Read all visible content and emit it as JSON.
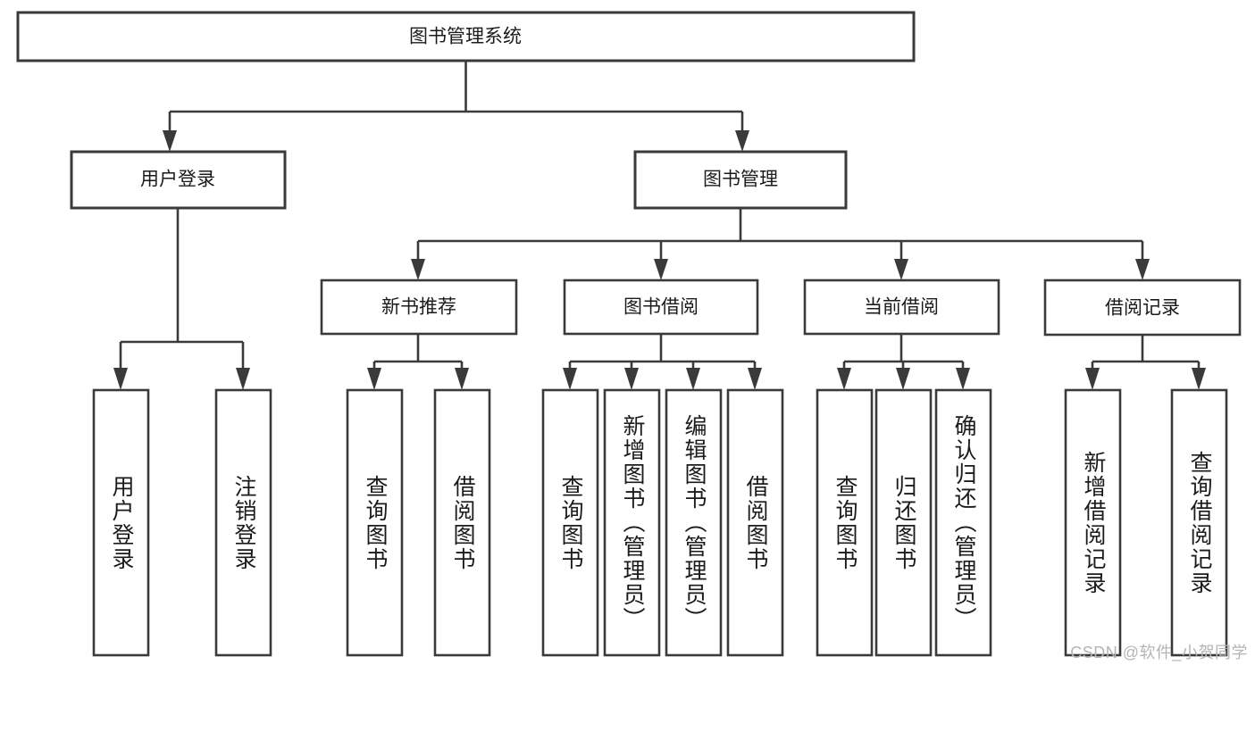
{
  "diagram": {
    "type": "hierarchy-tree",
    "title": "图书管理系统",
    "orientation": "top-down",
    "levels": 4,
    "watermark": "CSDN @软件_小贺同学",
    "style": {
      "box_fill": "#ffffff",
      "box_stroke": "#3a3a3a",
      "text_color": "#1b1b1b",
      "watermark_color": "#b4b4b4",
      "background": "#ffffff"
    },
    "root": {
      "label": "图书管理系统"
    },
    "level2": [
      {
        "label": "用户登录"
      },
      {
        "label": "图书管理"
      }
    ],
    "level3": [
      {
        "label": "新书推荐"
      },
      {
        "label": "图书借阅"
      },
      {
        "label": "当前借阅"
      },
      {
        "label": "借阅记录"
      }
    ],
    "leaves": {
      "user_login": [
        {
          "label": "用户登录"
        },
        {
          "label": "注销登录"
        }
      ],
      "new_book_recommend": [
        {
          "label": "查询图书"
        },
        {
          "label": "借阅图书"
        }
      ],
      "book_borrow": [
        {
          "label": "查询图书"
        },
        {
          "label": "新增图书（管理员）"
        },
        {
          "label": "编辑图书（管理员）"
        },
        {
          "label": "借阅图书"
        }
      ],
      "current_borrow": [
        {
          "label": "查询图书"
        },
        {
          "label": "归还图书"
        },
        {
          "label": "确认归还（管理员）"
        }
      ],
      "borrow_records": [
        {
          "label": "新增借阅记录"
        },
        {
          "label": "查询借阅记录"
        }
      ]
    },
    "edges": [
      {
        "from": "图书管理系统",
        "to": "用户登录"
      },
      {
        "from": "图书管理系统",
        "to": "图书管理"
      },
      {
        "from": "用户登录",
        "to": "用户登录"
      },
      {
        "from": "用户登录",
        "to": "注销登录"
      },
      {
        "from": "图书管理",
        "to": "新书推荐"
      },
      {
        "from": "图书管理",
        "to": "图书借阅"
      },
      {
        "from": "图书管理",
        "to": "当前借阅"
      },
      {
        "from": "图书管理",
        "to": "借阅记录"
      },
      {
        "from": "新书推荐",
        "to": "查询图书"
      },
      {
        "from": "新书推荐",
        "to": "借阅图书"
      },
      {
        "from": "图书借阅",
        "to": "查询图书"
      },
      {
        "from": "图书借阅",
        "to": "新增图书（管理员）"
      },
      {
        "from": "图书借阅",
        "to": "编辑图书（管理员）"
      },
      {
        "from": "图书借阅",
        "to": "借阅图书"
      },
      {
        "from": "当前借阅",
        "to": "查询图书"
      },
      {
        "from": "当前借阅",
        "to": "归还图书"
      },
      {
        "from": "当前借阅",
        "to": "确认归还（管理员）"
      },
      {
        "from": "借阅记录",
        "to": "新增借阅记录"
      },
      {
        "from": "借阅记录",
        "to": "查询借阅记录"
      }
    ]
  }
}
